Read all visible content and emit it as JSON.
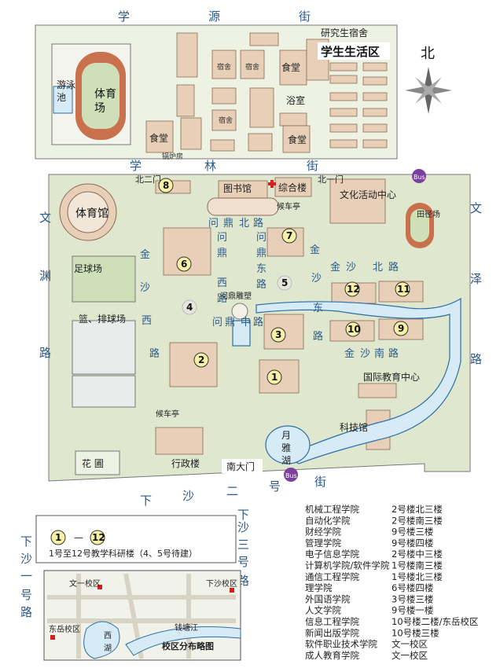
{
  "north_label": "北",
  "roads": {
    "xueyuan": [
      "学",
      "源",
      "街"
    ],
    "xuelin": [
      "学",
      "林",
      "街"
    ],
    "wenyuan": [
      "文",
      "渊",
      "路"
    ],
    "wenze": [
      "文",
      "泽",
      "路"
    ],
    "xiasha2": [
      "下",
      "沙",
      "二",
      "号",
      "街"
    ],
    "xiasha3": [
      "下",
      "沙",
      "三",
      "号",
      "路"
    ],
    "xiasha1": [
      "下",
      "沙",
      "一",
      "号",
      "路"
    ],
    "wendingbei": [
      "问",
      "鼎",
      "北",
      "路"
    ],
    "wendingxi": [
      "问",
      "鼎",
      "西",
      "路"
    ],
    "wendingdong": [
      "问",
      "鼎",
      "东",
      "路"
    ],
    "wendingzhong": [
      "问",
      "鼎",
      "中",
      "路"
    ],
    "jinshaxi": [
      "金",
      "沙",
      "西",
      "路"
    ],
    "jinshabei": [
      "金",
      "沙",
      "北",
      "路"
    ],
    "jinshadong": [
      "金",
      "沙",
      "东",
      "路"
    ],
    "jinshanan": [
      "金",
      "沙",
      "南",
      "路"
    ]
  },
  "places": {
    "grad_dorm": "研究生宿舍",
    "life_zone": "学生生活区",
    "swimming": "游泳池",
    "stadium": "体育场",
    "canteen1": "食堂",
    "canteen2": "食堂",
    "canteen3": "食堂",
    "bathhouse": "浴室",
    "boiler": "锅炉房",
    "dorm": "宿舍",
    "gym": "体育馆",
    "library": "图书馆",
    "complex": "综合楼",
    "bus_stop1": "候车亭",
    "bus_stop2": "候车亭",
    "culture_center": "文化活动中心",
    "track": "田径场",
    "north_gate2": "北二门",
    "north_gate1": "北一门",
    "football": "足球场",
    "basketball": "篮、排球场",
    "sculpture": "问鼎雕塑",
    "intl_center": "国际教育中心",
    "sci_tech": "科技馆",
    "admin": "行政楼",
    "south_gate": "南大门",
    "lake": "月雅湖",
    "garden": "花 圃",
    "bus": "Bus"
  },
  "buildings": [
    "1",
    "2",
    "3",
    "4",
    "5",
    "6",
    "7",
    "8",
    "9",
    "10",
    "11",
    "12"
  ],
  "legend_left": {
    "num_start": "1",
    "dash": "—",
    "num_end": "12",
    "desc": "1号至12号教学科研楼（4、5号待建）"
  },
  "inset": {
    "title": "校区分布略图",
    "wenyi": "文一校区",
    "xiasha": "下沙校区",
    "dongyue": "东岳校区",
    "xihu": "西湖",
    "qiantang": "钱塘江"
  },
  "legend": [
    {
      "college": "机械工程学院",
      "location": "2号楼北三楼"
    },
    {
      "college": "自动化学院",
      "location": "2号楼南三楼"
    },
    {
      "college": "财经学院",
      "location": "9号楼三楼"
    },
    {
      "college": "管理学院",
      "location": "9号楼四楼"
    },
    {
      "college": "电子信息学院",
      "location": "2号楼中三楼"
    },
    {
      "college": "计算机学院/软件学院",
      "location": "1号楼南三楼"
    },
    {
      "college": "通信工程学院",
      "location": "1号楼北三楼"
    },
    {
      "college": "理学院",
      "location": "6号楼四楼"
    },
    {
      "college": "外国语学院",
      "location": "3号楼三楼"
    },
    {
      "college": "人文学院",
      "location": "9号楼一楼"
    },
    {
      "college": "信息工程学院",
      "location": "10号楼二楼/东岳校区"
    },
    {
      "college": "新闻出版学院",
      "location": "10号楼三楼"
    },
    {
      "college": "软件职业技术学院",
      "location": "文一校区"
    },
    {
      "college": "成人教育学院",
      "location": "文一校区"
    }
  ]
}
